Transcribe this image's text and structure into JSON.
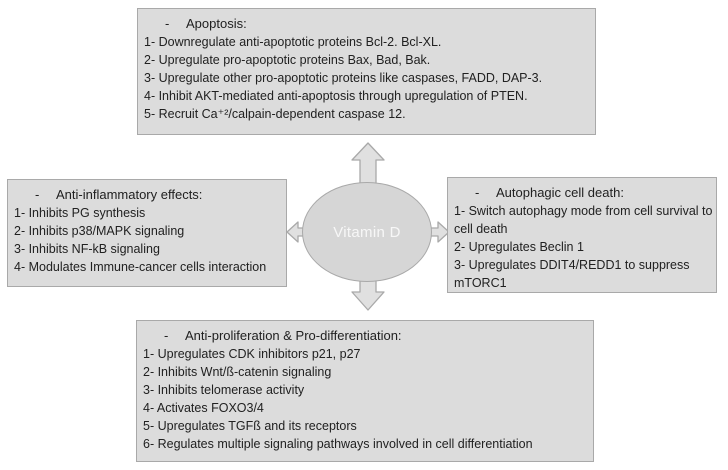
{
  "center": {
    "label": "Vitamin D"
  },
  "boxes": {
    "apoptosis": {
      "bullet": "-",
      "title": "Apoptosis:",
      "lines": [
        "1- Downregulate anti-apoptotic proteins Bcl-2. Bcl-XL.",
        "2- Upregulate pro-apoptotic proteins Bax, Bad, Bak.",
        "3- Upregulate other pro-apoptotic proteins like caspases, FADD, DAP-3.",
        "4- Inhibit AKT-mediated anti-apoptosis through upregulation of PTEN.",
        "5- Recruit Ca⁺²/calpain-dependent caspase 12."
      ]
    },
    "anti_inflammatory": {
      "bullet": "-",
      "title": "Anti-inflammatory effects:",
      "lines": [
        "1- Inhibits PG synthesis",
        "2- Inhibits p38/MAPK signaling",
        "3- Inhibits NF-kB signaling",
        "4- Modulates Immune-cancer cells interaction"
      ]
    },
    "autophagic": {
      "bullet": "-",
      "title": "Autophagic cell death:",
      "lines": [
        "1- Switch autophagy mode from cell survival to",
        "cell death",
        "2- Upregulates Beclin 1",
        "3- Upregulates DDIT4/REDD1 to suppress",
        "mTORC1"
      ]
    },
    "anti_proliferation": {
      "bullet": "-",
      "title": "Anti-proliferation & Pro-differentiation:",
      "lines": [
        "1- Upregulates CDK inhibitors p21, p27",
        "2- Inhibits Wnt/ß-catenin signaling",
        "3- Inhibits telomerase activity",
        "4- Activates FOXO3/4",
        "5- Upregulates TGFß and its receptors",
        "6- Regulates multiple signaling pathways involved in cell differentiation"
      ]
    }
  },
  "colors": {
    "background": "#ffffff",
    "box_fill": "#dcdcdc",
    "box_border": "#a9a9a9",
    "ellipse_fill": "#d6d6d6",
    "ellipse_border": "#a9a9a9",
    "arrow_fill": "#e0e0e0",
    "arrow_border": "#a9a9a9",
    "text": "#212121",
    "center_text": "#f7f7f7"
  }
}
